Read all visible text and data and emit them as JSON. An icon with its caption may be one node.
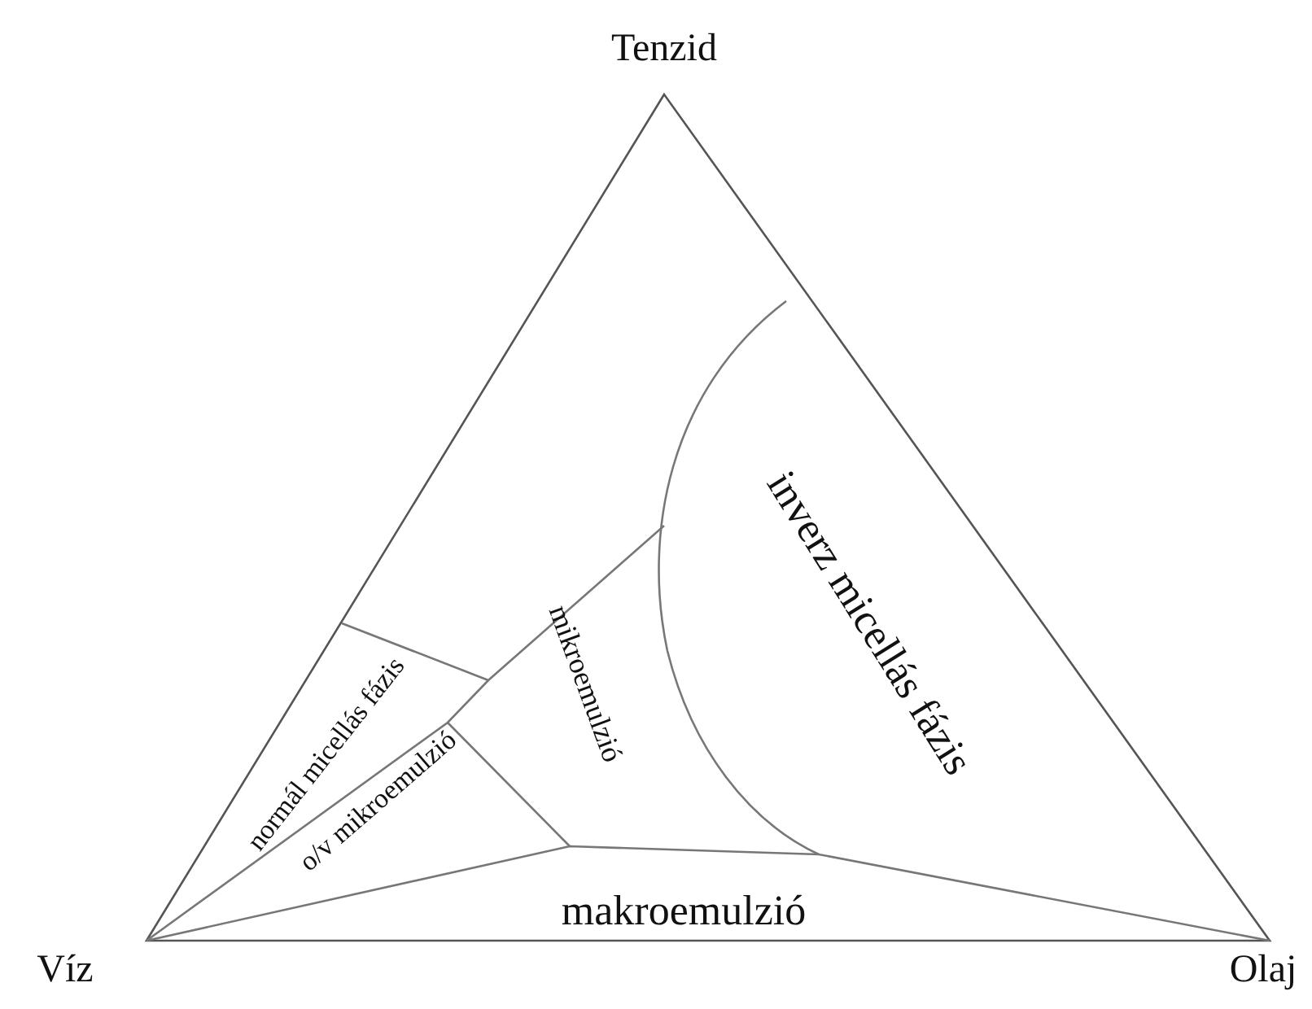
{
  "diagram": {
    "labels": [
      "Tenzid",
      "inverz micellás fázis",
      "normál micellás fázis",
      "mikroemulzió",
      "o/v mikroemulzió",
      "makroemulzió",
      "Víz",
      "Olaj"
    ]
  }
}
